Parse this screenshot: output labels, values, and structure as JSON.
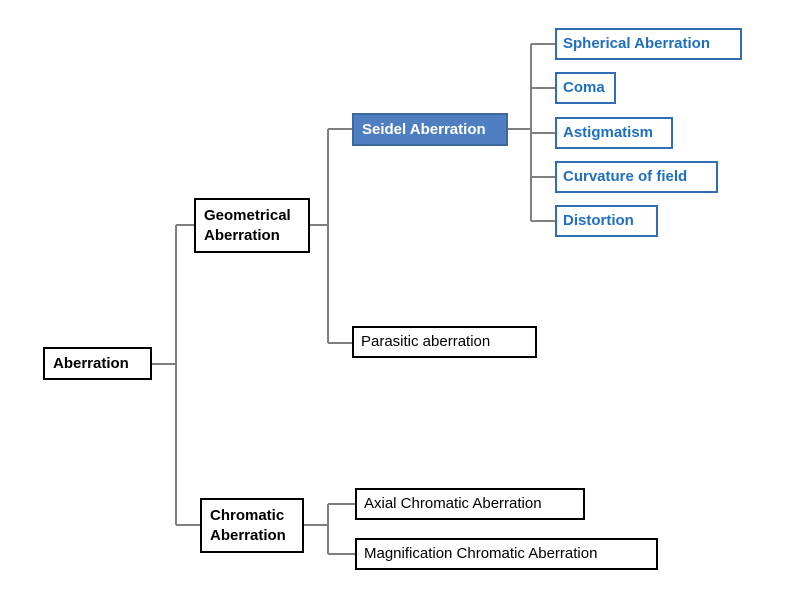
{
  "diagram": {
    "root": {
      "label": "Aberration"
    },
    "geometrical": {
      "label_line1": "Geometrical",
      "label_line2": "Aberration"
    },
    "chromatic": {
      "label_line1": "Chromatic",
      "label_line2": "Aberration"
    },
    "seidel": {
      "label": "Seidel Aberration"
    },
    "parasitic": {
      "label": "Parasitic aberration"
    },
    "seidel_items": [
      "Spherical Aberration",
      "Coma",
      "Astigmatism",
      "Curvature of field",
      "Distortion"
    ],
    "chromatic_items": [
      "Axial Chromatic Aberration",
      "Magnification Chromatic Aberration"
    ],
    "colors": {
      "connector": "#7f7f7f",
      "blue_text": "#1f6fc0",
      "blue_border": "#2f6eb5",
      "seidel_fill": "#4f7fc0"
    }
  }
}
